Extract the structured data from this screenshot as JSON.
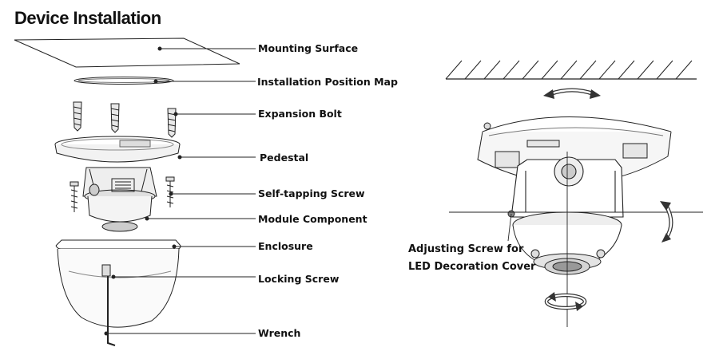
{
  "header": {
    "title": "Device Installation"
  },
  "exploded_view": {
    "labels": [
      "Mounting Surface",
      "Installation Position Map",
      "Expansion Bolt",
      "Pedestal",
      "Self-tapping Screw",
      "Module Component",
      "Enclosure",
      "Locking Screw",
      "Wrench"
    ]
  },
  "adjust_view": {
    "callout_line1": "Adjusting Screw for",
    "callout_line2": "LED Decoration Cover"
  },
  "colors": {
    "line": "#222222",
    "shade": "#d9d9d9",
    "light": "#efefef"
  }
}
